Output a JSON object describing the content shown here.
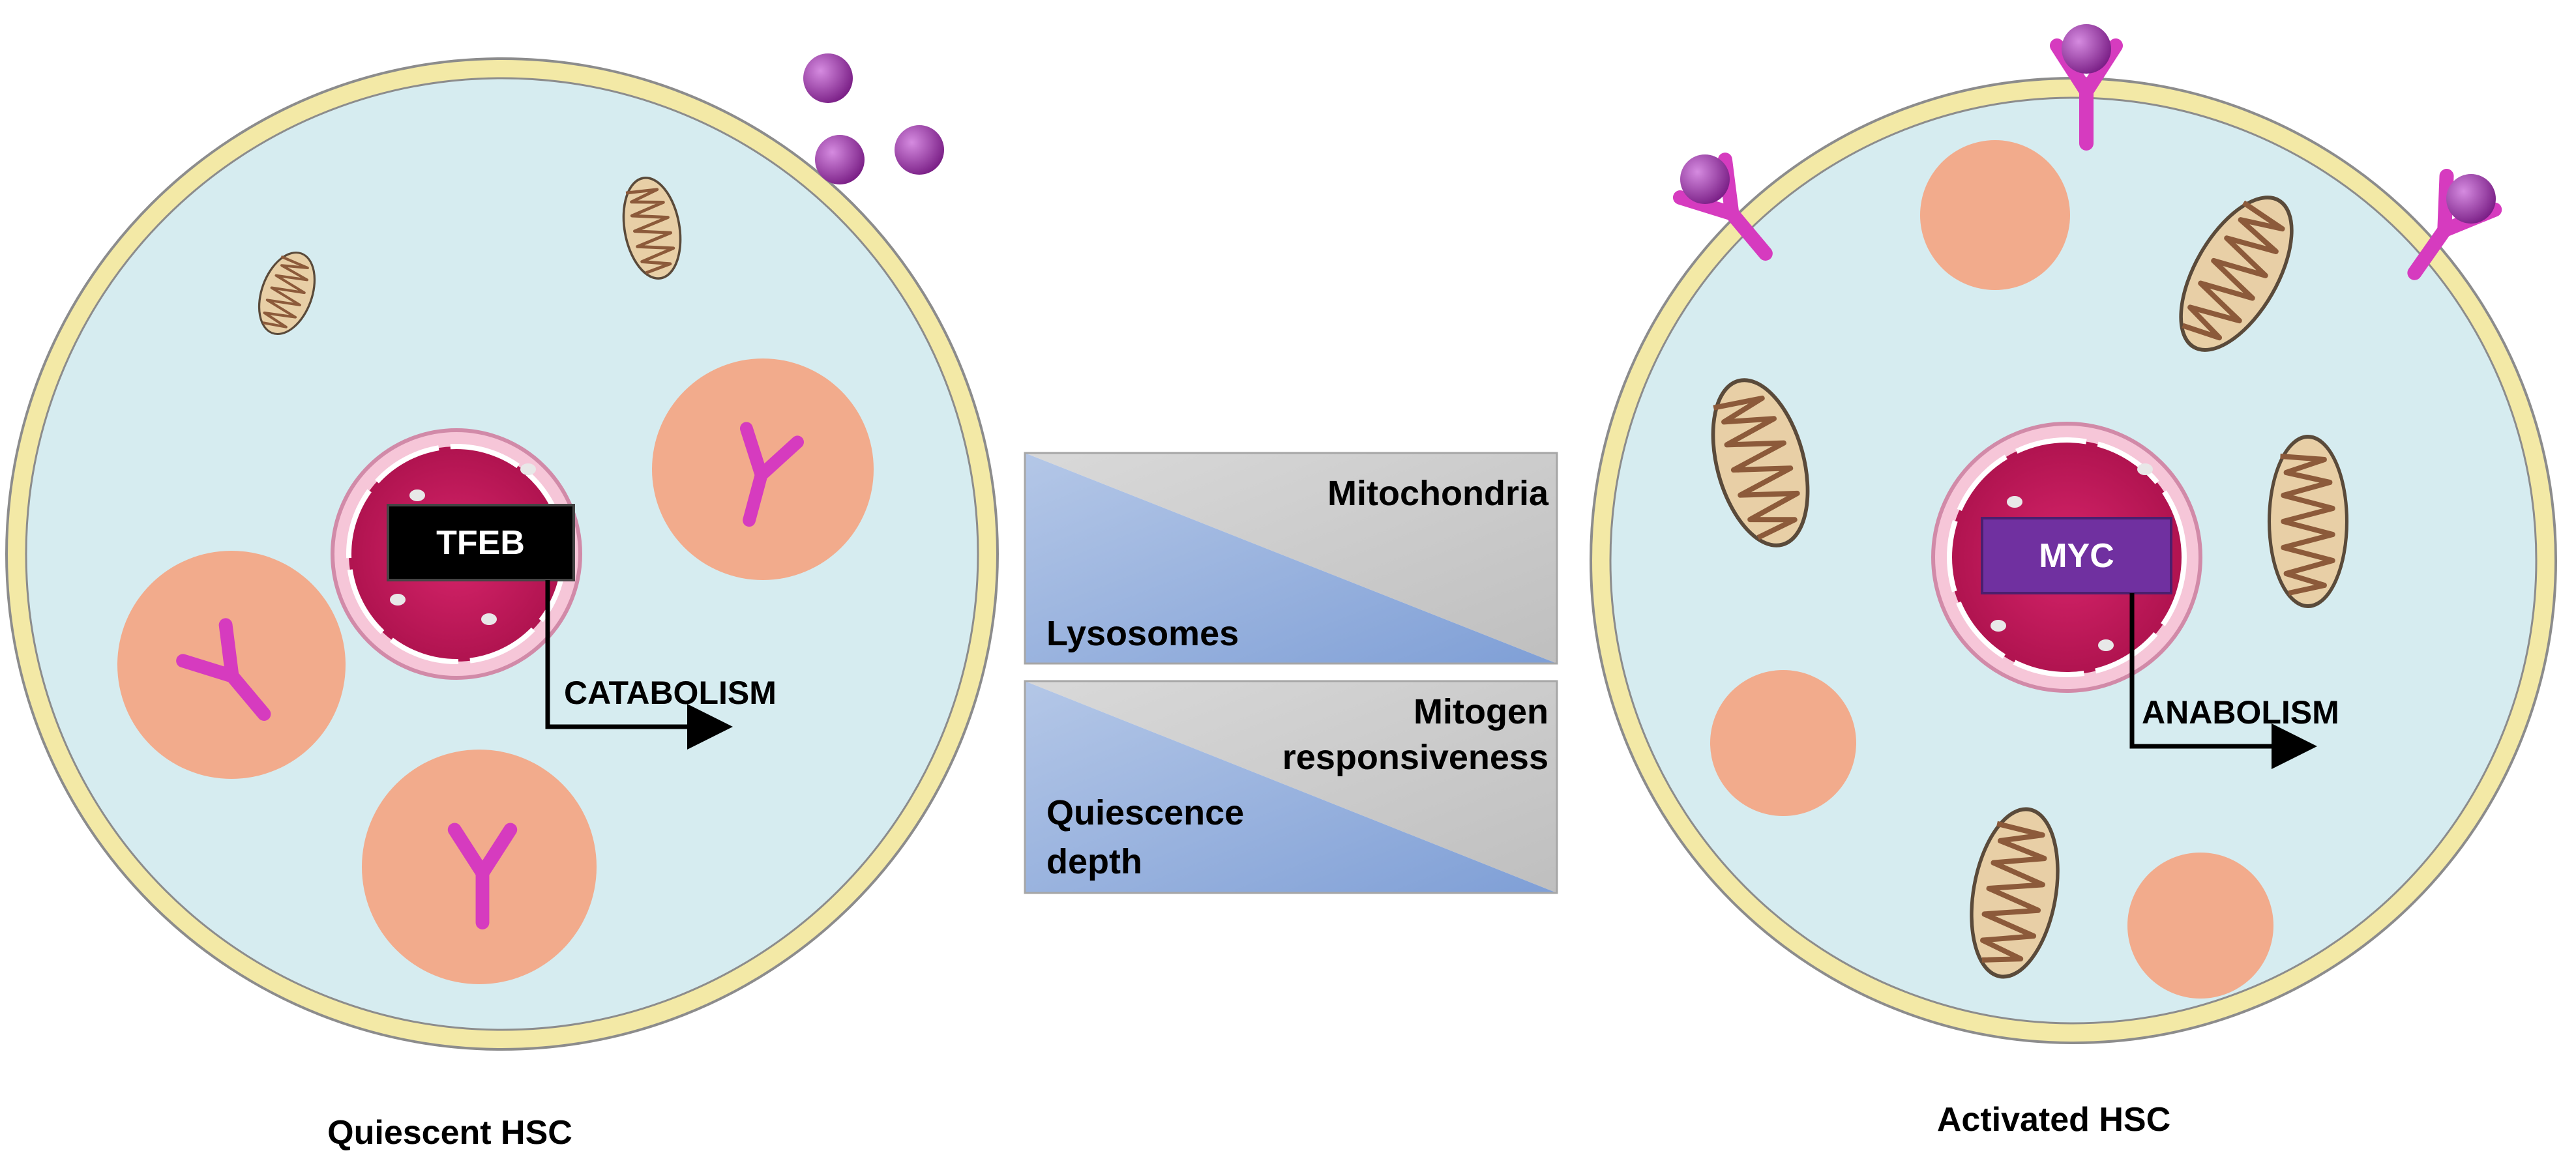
{
  "cells": [
    {
      "label": "Quiescent HSC",
      "transcription_factor": "TFEB",
      "process": "CATABOLISM"
    },
    {
      "label": "Activated HSC",
      "transcription_factor": "MYC",
      "process": "ANABOLISM"
    }
  ],
  "gradients": [
    {
      "top_label": "Mitochondria",
      "bottom_label": "Lysosomes"
    },
    {
      "top_label_line1": "Mitogen",
      "top_label_line2": "responsiveness",
      "bottom_label_line1": "Quiescence",
      "bottom_label_line2": "depth"
    }
  ],
  "colors": {
    "cytoplasm": "#d6ecf0",
    "membrane": "#f3e9a6",
    "membrane_edge": "#8c8c8c",
    "nucleus": "#c41a5a",
    "nuclear_envelope": "#f6c6d8",
    "lysosome": "#f2ab8c",
    "receptor": "#d63bbf",
    "mitogen": "#9b3ba6",
    "mitochondrion_outer": "#e8cfa6",
    "mitochondrion_inner": "#8c5a3a",
    "tfeb_box": "#000000",
    "myc_box": "#7030a0",
    "gradient_blue": "#8ea9db",
    "gradient_gray": "#c6c6c6"
  }
}
